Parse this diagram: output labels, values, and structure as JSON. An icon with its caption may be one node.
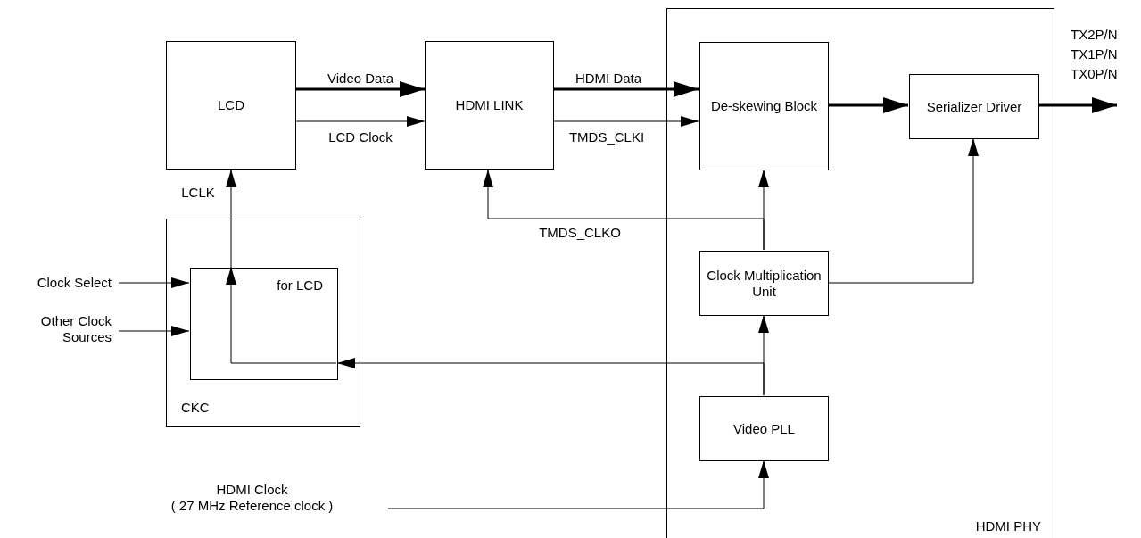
{
  "diagram": {
    "nodes": [
      {
        "text": [
          "LCD"
        ]
      },
      {
        "text": [
          "HDMI LINK"
        ]
      },
      {
        "text": [
          "HDMI PHY"
        ]
      },
      {
        "text": [
          "De-skewing Block"
        ],
        "in": 2
      },
      {
        "text": [
          "Serializer Driver"
        ],
        "in": 2
      },
      {
        "text": [
          "Clock Multiplication Unit"
        ],
        "in": 2
      },
      {
        "text": [
          "Video PLL"
        ],
        "in": 2
      },
      {
        "text": [
          "CKC"
        ]
      },
      {
        "text": [
          "for LCD"
        ],
        "in": 7
      },
      {
        "text": [
          "Clock Select"
        ]
      },
      {
        "text": [
          "Other Clock Sources"
        ]
      },
      {
        "text": [
          "HDMI Clock",
          "( 27 MHz Reference clock )"
        ]
      }
    ],
    "edges": [
      {
        "from": 0,
        "to": 1,
        "arrow": "to",
        "label": "Video Data",
        "style": "thick"
      },
      {
        "from": 0,
        "to": 1,
        "arrow": "to",
        "label": "LCD Clock"
      },
      {
        "from": 1,
        "to": 3,
        "arrow": "to",
        "label": "HDMI Data",
        "style": "thick"
      },
      {
        "from": 1,
        "to": 3,
        "arrow": "to",
        "label": "TMDS_CLKI"
      },
      {
        "from": 3,
        "to": 4,
        "arrow": "to",
        "style": "thick"
      },
      {
        "from": 4,
        "to": null,
        "arrow": "to",
        "style": "thick"
      },
      {
        "from": 5,
        "to": 3,
        "arrow": "to"
      },
      {
        "from": 5,
        "to": 1,
        "arrow": "to",
        "label": "TMDS_CLKO"
      },
      {
        "from": 5,
        "to": 4,
        "arrow": "to"
      },
      {
        "from": 6,
        "to": 5,
        "arrow": "to"
      },
      {
        "from": 6,
        "to": 8,
        "arrow": "to"
      },
      {
        "from": 8,
        "to": 0,
        "arrow": "to",
        "label": "LCLK"
      },
      {
        "from": 9,
        "to": 8,
        "arrow": "to"
      },
      {
        "from": 10,
        "to": 8,
        "arrow": "to"
      },
      {
        "from": 11,
        "to": 6,
        "arrow": "to"
      }
    ],
    "labels": [
      "TX2P/N",
      "TX1P/N",
      "TX0P/N"
    ]
  }
}
